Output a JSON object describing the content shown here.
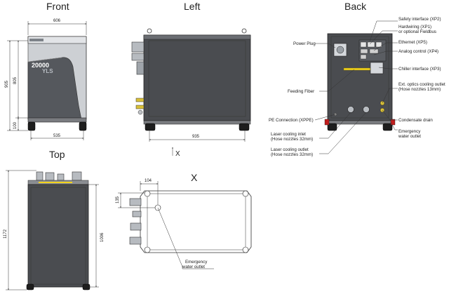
{
  "views": {
    "front": "Front",
    "left": "Left",
    "back": "Back",
    "top": "Top",
    "x": "X"
  },
  "front": {
    "dim_width": "606",
    "dim_height": "905",
    "dim_body": "805",
    "dim_base": "100",
    "dim_wheelbase": "535",
    "brand_number": "20000",
    "brand_model": "YLS"
  },
  "left": {
    "dim_depth": "935",
    "arrow_label": "X"
  },
  "top": {
    "dim_depth": "1172",
    "dim_inner": "1006"
  },
  "x_view": {
    "dim_104": "104",
    "dim_135": "135",
    "emergency_line1": "Emergency",
    "emergency_line2": "water outlet"
  },
  "back": {
    "safety_interface": "Safety interface (XP2)",
    "hardwiring_line1": "Hardwiring (XP1)",
    "hardwiring_line2": "or optional Fieldbus",
    "ethernet": "Ethernet (XP5)",
    "analog_control": "Analog control (XP4)",
    "chiller_interface": "Chiller interface (XP3)",
    "ext_optics_line1": "Ext. optics cooling outlet",
    "ext_optics_line2": "(Hose nozzles 13mm)",
    "condensate_drain": "Condensate drain",
    "emergency_line1": "Emergency",
    "emergency_line2": "water outlet",
    "power_plug": "Power Plug",
    "feeding_fiber": "Feeding Fiber",
    "pe_connection": "PE Connection (XPPE)",
    "cooling_inlet_line1": "Laser cooling inlet",
    "cooling_inlet_line2": "(Hose nozzles 32mm)",
    "cooling_outlet_line1": "Laser cooling outlet",
    "cooling_outlet_line2": "(Hose nozzles 32mm)"
  }
}
